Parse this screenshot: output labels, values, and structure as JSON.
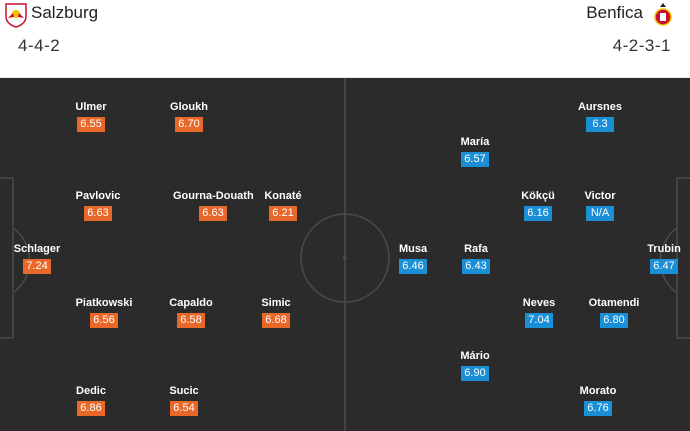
{
  "home": {
    "name": "Salzburg",
    "formation": "4-4-2",
    "rating_color": "#e8682a"
  },
  "away": {
    "name": "Benfica",
    "formation": "4-2-3-1",
    "rating_color": "#1a8fd6"
  },
  "home_players": [
    {
      "name": "Schlager",
      "rating": "7.24"
    },
    {
      "name": "Ulmer",
      "rating": "6.55"
    },
    {
      "name": "Pavlovic",
      "rating": "6.63"
    },
    {
      "name": "Piatkowski",
      "rating": "6.56"
    },
    {
      "name": "Dedic",
      "rating": "6.86"
    },
    {
      "name": "Gloukh",
      "rating": "6.70"
    },
    {
      "name": "Gourna-Douath",
      "rating": "6.63"
    },
    {
      "name": "Capaldo",
      "rating": "6.58"
    },
    {
      "name": "Sucic",
      "rating": "6.54"
    },
    {
      "name": "Konaté",
      "rating": "6.21"
    },
    {
      "name": "Simic",
      "rating": "6.68"
    }
  ],
  "away_players": [
    {
      "name": "Trubin",
      "rating": "6.47"
    },
    {
      "name": "Aursnes",
      "rating": "6.3"
    },
    {
      "name": "Victor",
      "rating": "N/A"
    },
    {
      "name": "Otamendi",
      "rating": "6.80"
    },
    {
      "name": "Morato",
      "rating": "6.76"
    },
    {
      "name": "Kökçü",
      "rating": "6.16"
    },
    {
      "name": "Neves",
      "rating": "7.04"
    },
    {
      "name": "María",
      "rating": "6.57"
    },
    {
      "name": "Rafa",
      "rating": "6.43"
    },
    {
      "name": "Mário",
      "rating": "6.90"
    },
    {
      "name": "Musa",
      "rating": "6.46"
    }
  ]
}
